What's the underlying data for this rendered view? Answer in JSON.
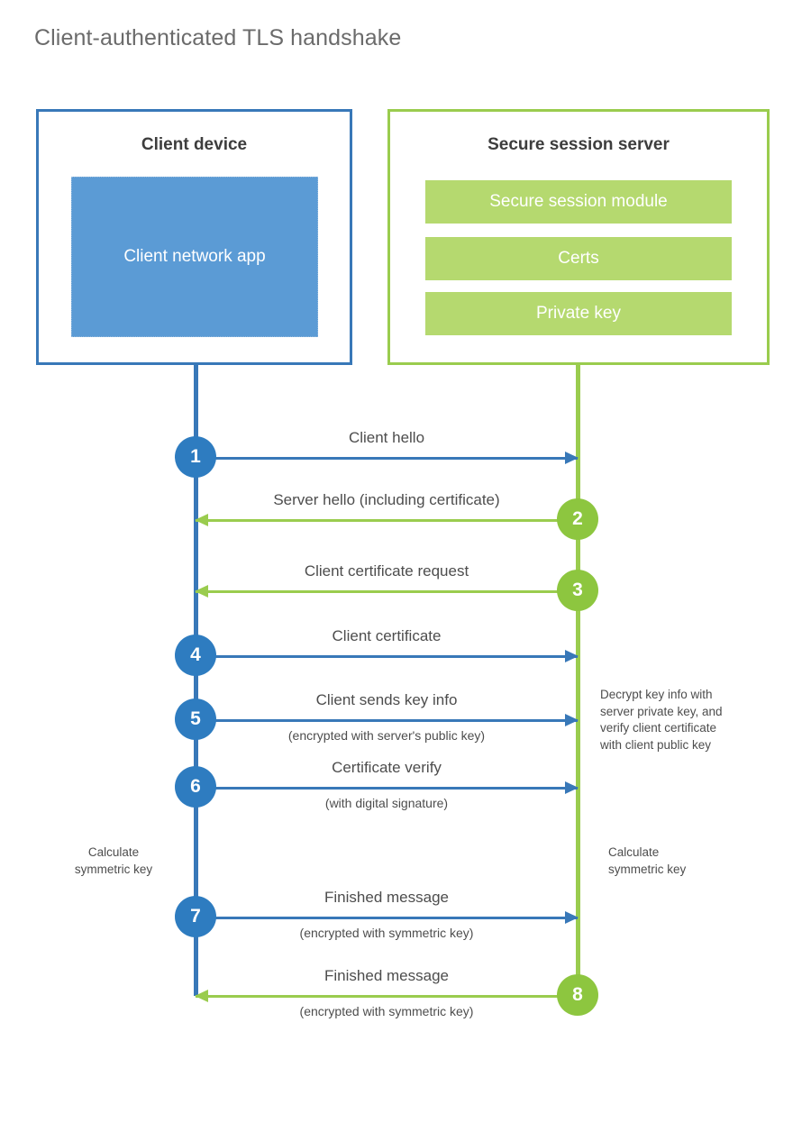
{
  "title": "Client-authenticated TLS handshake",
  "colors": {
    "client_blue": "#3878b8",
    "client_badge_blue": "#2e7cc0",
    "client_app_blue": "#5b9bd5",
    "server_green": "#9acc4e",
    "server_badge_green": "#8dc63f",
    "server_bar_green": "#b5d96f",
    "text": "#4d4d4d",
    "title_text": "#6b6b6b"
  },
  "client": {
    "title": "Client device",
    "app_label": "Client network app"
  },
  "server": {
    "title": "Secure session server",
    "components": [
      "Secure session module",
      "Certs",
      "Private key"
    ]
  },
  "messages": [
    {
      "step": "1",
      "label": "Client hello",
      "sublabel": "",
      "direction": "client-to-server"
    },
    {
      "step": "2",
      "label": "Server hello (including certificate)",
      "sublabel": "",
      "direction": "server-to-client"
    },
    {
      "step": "3",
      "label": "Client certificate request",
      "sublabel": "",
      "direction": "server-to-client"
    },
    {
      "step": "4",
      "label": "Client certificate",
      "sublabel": "",
      "direction": "client-to-server"
    },
    {
      "step": "5",
      "label": "Client sends key info",
      "sublabel": "(encrypted with server's public key)",
      "direction": "client-to-server"
    },
    {
      "step": "6",
      "label": "Certificate verify",
      "sublabel": "(with digital signature)",
      "direction": "client-to-server"
    },
    {
      "step": "7",
      "label": "Finished message",
      "sublabel": "(encrypted with symmetric key)",
      "direction": "client-to-server"
    },
    {
      "step": "8",
      "label": "Finished message",
      "sublabel": "(encrypted with symmetric key)",
      "direction": "server-to-client"
    }
  ],
  "notes": {
    "server_decrypt": {
      "lines": [
        "Decrypt key info with",
        "server private key, and",
        "verify client certificate",
        "with client public key"
      ]
    },
    "client_calculate": {
      "lines": [
        "Calculate",
        "symmetric key"
      ]
    },
    "server_calculate": {
      "lines": [
        "Calculate",
        "symmetric key"
      ]
    }
  }
}
